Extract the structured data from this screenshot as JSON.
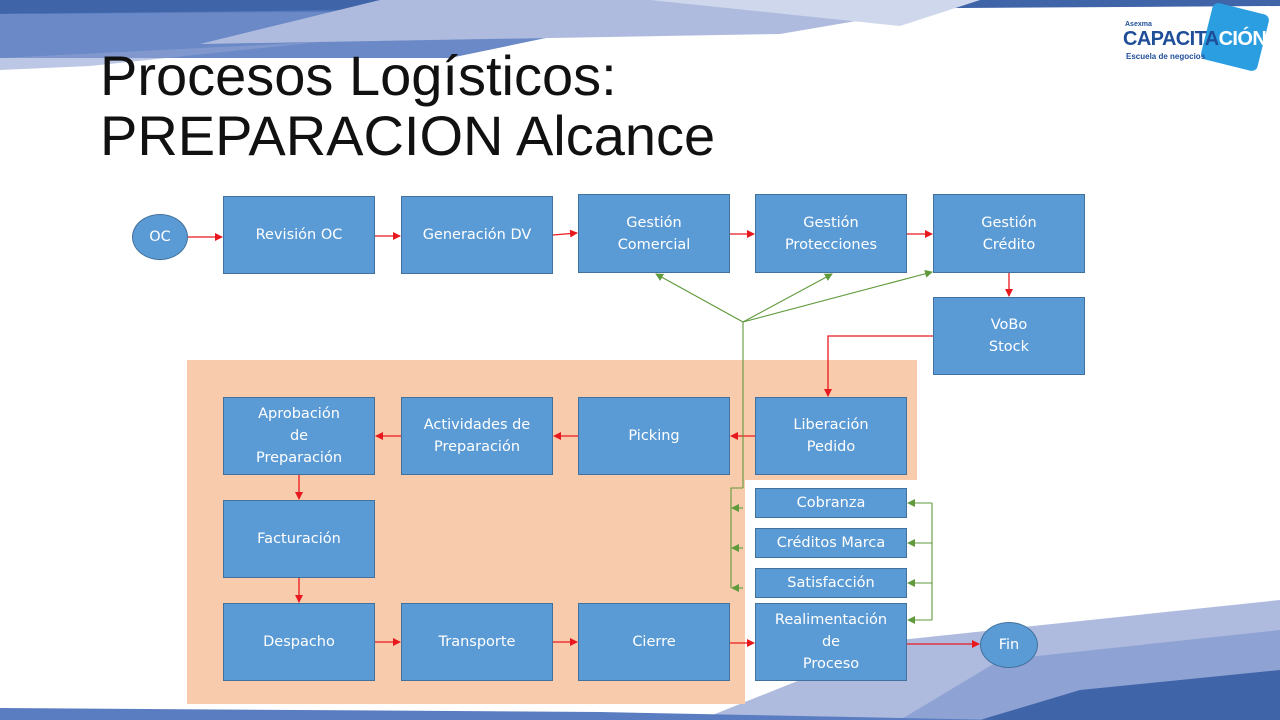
{
  "title": {
    "line1": "Procesos Logísticos:",
    "line2": "PREPARACION Alcance"
  },
  "logo": {
    "pre": "Asexma",
    "text_a": "CAPACITA",
    "text_b": "CIÓN",
    "sub": "Escuela de negocios"
  },
  "nodes": {
    "oc": "OC",
    "revision_oc": "Revisión OC",
    "generacion_dv": "Generación DV",
    "gestion_comercial": "Gestión\nComercial",
    "gestion_protecciones": "Gestión\nProtecciones",
    "gestion_credito": "Gestión\nCrédito",
    "vobo_stock": "VoBo\nStock",
    "liberacion_pedido": "Liberación\nPedido",
    "picking": "Picking",
    "actividades_preparacion": "Actividades de\nPreparación",
    "aprobacion_preparacion": "Aprobación\nde\nPreparación",
    "facturacion": "Facturación",
    "despacho": "Despacho",
    "transporte": "Transporte",
    "cierre": "Cierre",
    "cobranza": "Cobranza",
    "creditos_marca": "Créditos Marca",
    "satisfaccion": "Satisfacción",
    "realimentacion_proceso": "Realimentación\nde\nProceso",
    "fin": "Fin"
  },
  "colors": {
    "node_fill": "#5b9bd5",
    "node_border": "#41719c",
    "region_fill": "#f8cbad",
    "flow_arrow": "#e8191e",
    "feedback_arrow": "#5f9a3c",
    "band_dark": "#3f64a8",
    "band_light": "#aebbde"
  }
}
